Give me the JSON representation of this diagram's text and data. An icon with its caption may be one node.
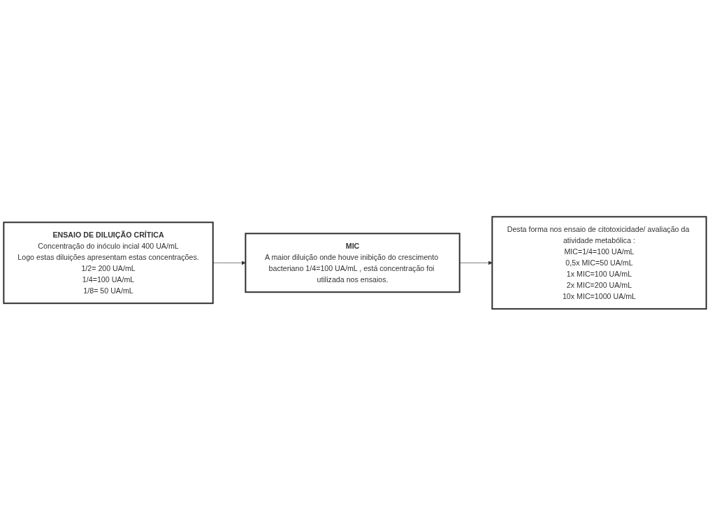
{
  "diagram": {
    "nodes": [
      {
        "text": [
          "ENSAIO DE DILUIÇÃO CRÍTICA",
          "Concentração do inóculo incial 400 UA/mL",
          "Logo estas diluições apresentam estas concentrações.",
          "1/2= 200 UA/mL",
          "1/4=100 UA/mL",
          "1/8= 50 UA/mL"
        ]
      },
      {
        "text": [
          "MIC",
          "A maior diluição onde houve inibição do crescimento bacteriano 1/4=100 UA/mL , está concentração foi utilizada nos ensaios."
        ]
      },
      {
        "text": [
          "Desta forma nos ensaio de citotoxicidade/ avaliação da atividade metabólica :",
          "MIC=1/4=100 UA/mL",
          "0,5x MIC=50 UA/mL",
          "1x MIC=100 UA/mL",
          "2x MIC=200 UA/mL",
          "10x MIC=1000 UA/mL"
        ]
      }
    ],
    "edges": [
      {
        "from": 0,
        "to": 1,
        "arrow": "to"
      },
      {
        "from": 1,
        "to": 2,
        "arrow": "to"
      }
    ]
  }
}
